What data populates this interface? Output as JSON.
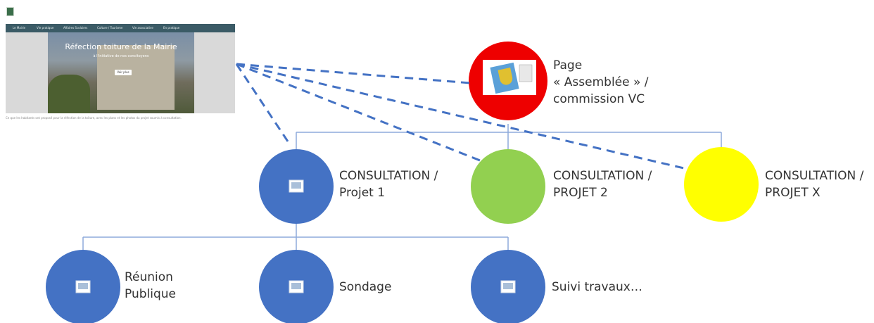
{
  "thumbnail": {
    "nav_items": [
      "Le Mairie",
      "Vie pratique",
      "Affaires Scolaires",
      "Culture / Tourisme",
      "Vie associative",
      "En pratique"
    ],
    "title": "Réfection toiture de la Mairie",
    "subtitle": "à l'initiative de nos concitoyens",
    "button_label": "Voir plus",
    "caption": "Ce que les habitants ont proposé pour la réfection de la toiture, avec les plans et les photos du projet soumis à consultation."
  },
  "nodes": {
    "page_assemblee": {
      "label_lines": [
        "Page",
        "« Assemblée » /",
        "commission VC"
      ],
      "color": "#ee0000"
    },
    "projet_1": {
      "label_lines": [
        "CONSULTATION /",
        "Projet 1"
      ],
      "color": "#4472c4"
    },
    "projet_2": {
      "label_lines": [
        "CONSULTATION /",
        "PROJET 2"
      ],
      "color": "#92d050"
    },
    "projet_x": {
      "label_lines": [
        "CONSULTATION /",
        "PROJET X"
      ],
      "color": "#ffff00"
    },
    "reunion": {
      "label_lines": [
        "Réunion",
        "Publique"
      ],
      "color": "#4472c4"
    },
    "sondage": {
      "label_lines": [
        "Sondage"
      ],
      "color": "#4472c4"
    },
    "suivi": {
      "label_lines": [
        "Suivi travaux…"
      ],
      "color": "#4472c4"
    }
  },
  "colors": {
    "connector": "#8eaadb",
    "dashed": "#4472c4",
    "text": "#333333"
  }
}
